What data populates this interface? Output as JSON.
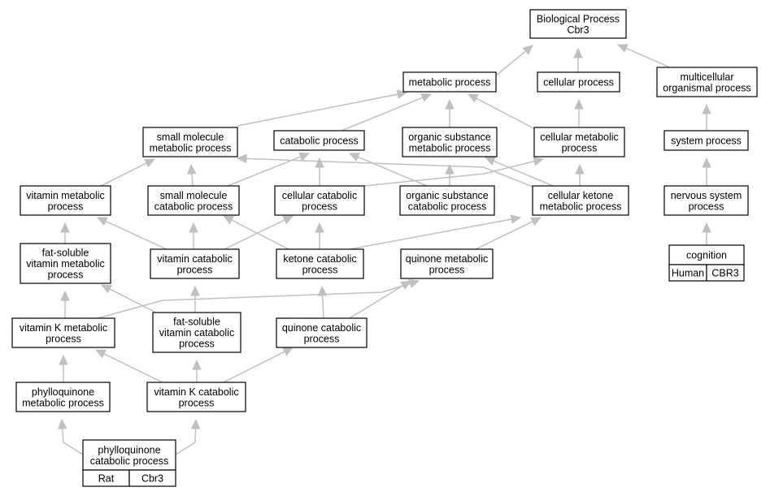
{
  "colors": {
    "edge": "#c0c0c0",
    "node_border": "#000000",
    "rat_tag": "#ffd700",
    "human_tag": "#f4634a"
  },
  "nodes": {
    "bp": {
      "lines": [
        "Biological Process",
        "Cbr3"
      ]
    },
    "mp": {
      "lines": [
        "metabolic process"
      ]
    },
    "cp": {
      "lines": [
        "cellular process"
      ]
    },
    "mcop": {
      "lines": [
        "multicellular",
        "organismal process"
      ]
    },
    "smmp": {
      "lines": [
        "small molecule",
        "metabolic process"
      ]
    },
    "catp": {
      "lines": [
        "catabolic process"
      ]
    },
    "osmp": {
      "lines": [
        "organic substance",
        "metabolic process"
      ]
    },
    "cmp": {
      "lines": [
        "cellular metabolic",
        "process"
      ]
    },
    "sp": {
      "lines": [
        "system process"
      ]
    },
    "vmp": {
      "lines": [
        "vitamin metabolic",
        "process"
      ]
    },
    "smcp": {
      "lines": [
        "small molecule",
        "catabolic process"
      ]
    },
    "ccp": {
      "lines": [
        "cellular catabolic",
        "process"
      ]
    },
    "oscp": {
      "lines": [
        "organic substance",
        "catabolic process"
      ]
    },
    "ckmp": {
      "lines": [
        "cellular ketone",
        "metabolic process"
      ]
    },
    "nsp": {
      "lines": [
        "nervous system",
        "process"
      ]
    },
    "fsvmp": {
      "lines": [
        "fat-soluble",
        "vitamin metabolic",
        "process"
      ]
    },
    "vcp": {
      "lines": [
        "vitamin catabolic",
        "process"
      ]
    },
    "kcp": {
      "lines": [
        "ketone catabolic",
        "process"
      ]
    },
    "qmp": {
      "lines": [
        "quinone metabolic",
        "process"
      ]
    },
    "cog": {
      "lines": [
        "cognition"
      ],
      "tags": [
        "Human",
        "CBR3"
      ]
    },
    "vkmp": {
      "lines": [
        "vitamin K metabolic",
        "process"
      ]
    },
    "fsvcp": {
      "lines": [
        "fat-soluble",
        "vitamin catabolic",
        "process"
      ]
    },
    "qcp": {
      "lines": [
        "quinone catabolic",
        "process"
      ]
    },
    "pmp": {
      "lines": [
        "phylloquinone",
        "metabolic process"
      ]
    },
    "vkcp": {
      "lines": [
        "vitamin K catabolic",
        "process"
      ]
    },
    "pcp": {
      "lines": [
        "phylloquinone",
        "catabolic process"
      ],
      "tags": [
        "Rat",
        "Cbr3"
      ]
    }
  },
  "edges": [
    [
      "mp",
      "bp"
    ],
    [
      "cp",
      "bp"
    ],
    [
      "mcop",
      "bp"
    ],
    [
      "smmp",
      "mp"
    ],
    [
      "catp",
      "mp"
    ],
    [
      "osmp",
      "mp"
    ],
    [
      "cmp",
      "mp"
    ],
    [
      "cmp",
      "cp"
    ],
    [
      "sp",
      "mcop"
    ],
    [
      "vmp",
      "smmp"
    ],
    [
      "smcp",
      "smmp"
    ],
    [
      "smcp",
      "catp"
    ],
    [
      "ccp",
      "catp"
    ],
    [
      "ccp",
      "cmp"
    ],
    [
      "oscp",
      "catp"
    ],
    [
      "oscp",
      "osmp"
    ],
    [
      "ckmp",
      "smmp"
    ],
    [
      "ckmp",
      "osmp"
    ],
    [
      "ckmp",
      "cmp"
    ],
    [
      "nsp",
      "sp"
    ],
    [
      "fsvmp",
      "vmp"
    ],
    [
      "vcp",
      "vmp"
    ],
    [
      "vcp",
      "smcp"
    ],
    [
      "vcp",
      "ccp"
    ],
    [
      "kcp",
      "smcp"
    ],
    [
      "kcp",
      "ccp"
    ],
    [
      "kcp",
      "ckmp"
    ],
    [
      "qmp",
      "ckmp"
    ],
    [
      "cog",
      "nsp"
    ],
    [
      "vkmp",
      "fsvmp"
    ],
    [
      "vkmp",
      "qmp"
    ],
    [
      "fsvcp",
      "fsvmp"
    ],
    [
      "fsvcp",
      "vcp"
    ],
    [
      "qcp",
      "kcp"
    ],
    [
      "qcp",
      "qmp"
    ],
    [
      "pmp",
      "vkmp"
    ],
    [
      "vkcp",
      "vkmp"
    ],
    [
      "vkcp",
      "fsvcp"
    ],
    [
      "vkcp",
      "qcp"
    ],
    [
      "pcp",
      "pmp"
    ],
    [
      "pcp",
      "vkcp"
    ]
  ]
}
